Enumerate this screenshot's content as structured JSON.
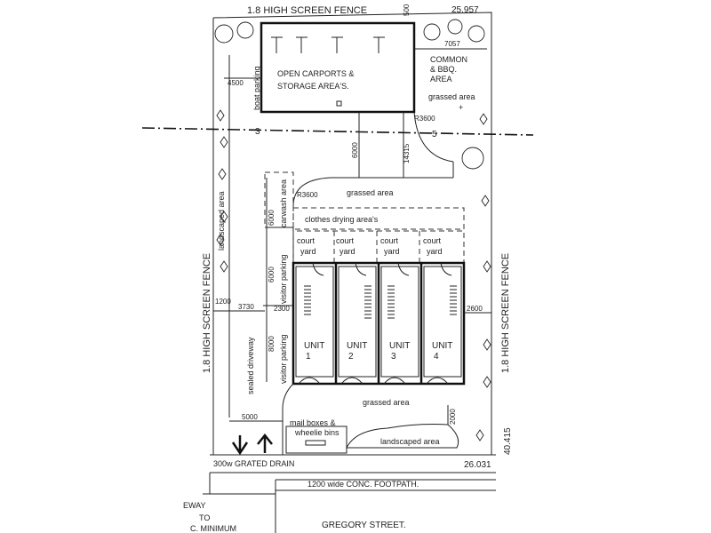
{
  "boundary": {
    "top_fence": "1.8 HIGH SCREEN FENCE",
    "left_fence": "1.8 HIGH SCREEN FENCE",
    "right_fence": "1.8 HIGH SCREEN FENCE",
    "top_dim": "25.957",
    "bottom_dim": "26.031",
    "right_dim": "40.415",
    "lot_marker_left": "3",
    "lot_marker_right": "5"
  },
  "carport": {
    "label_line1": "OPEN CARPORTS &",
    "label_line2": "STORAGE AREA'S.",
    "boat_parking": "boat parking",
    "dim_top": "500",
    "dim_left": "4500",
    "dim_right": "7057"
  },
  "common_area": {
    "line1": "COMMON",
    "line2": "& BBQ.",
    "line3": "AREA"
  },
  "areas": {
    "grassed_top": "grassed area",
    "grassed_mid": "grassed area",
    "grassed_bottom": "grassed area",
    "landscaped_left": "landscaped area",
    "landscaped_bottom": "landscaped area",
    "clothes_drying": "clothes drying area's",
    "carwash": "carwash area",
    "visitor_parking_1": "visitor parking",
    "visitor_parking_2": "visitor parking",
    "sealed_driveway": "sealed driveway",
    "mail_line1": "mail boxes &",
    "mail_line2": "wheelie bins"
  },
  "dimensions": {
    "r_top": "R3600",
    "r_mid": "R3600",
    "d6000_vert": "6000",
    "d14315": "14315",
    "d6000_a": "6000",
    "d6000_b": "6000",
    "d8000": "8000",
    "d2300": "2300",
    "d3730": "3730",
    "d1200": "1200",
    "d2600": "2600",
    "d5000": "5000",
    "d2000": "2000"
  },
  "court_yards": [
    {
      "line1": "court",
      "line2": "yard"
    },
    {
      "line1": "court",
      "line2": "yard"
    },
    {
      "line1": "court",
      "line2": "yard"
    },
    {
      "line1": "court",
      "line2": "yard"
    }
  ],
  "units": [
    {
      "label": "UNIT",
      "number": "1"
    },
    {
      "label": "UNIT",
      "number": "2"
    },
    {
      "label": "UNIT",
      "number": "3"
    },
    {
      "label": "UNIT",
      "number": "4"
    }
  ],
  "street": {
    "drain": "300w GRATED DRAIN",
    "footpath": "1200 wide CONC. FOOTPATH.",
    "name": "GREGORY STREET.",
    "note_line1": "EWAY",
    "note_line2": "TO",
    "note_line3": "C. MINIMUM"
  }
}
